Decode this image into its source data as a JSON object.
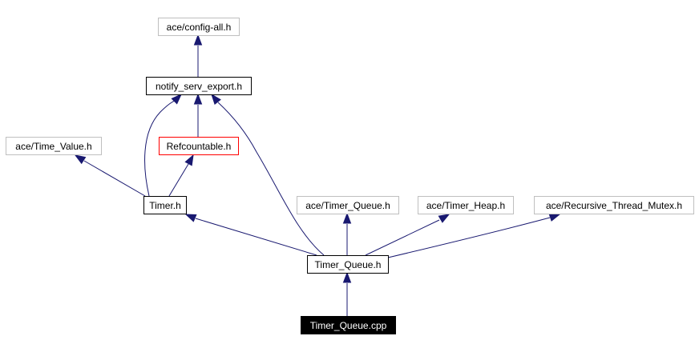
{
  "colors": {
    "edge": "#191970",
    "border_external": "#bfbfbf",
    "border_normal": "#000000",
    "border_truncated": "#ff0000",
    "root_fill": "#000000",
    "root_text": "#ffffff",
    "fill": "#ffffff",
    "text": "#000000"
  },
  "nodes": [
    {
      "id": "config_all",
      "label": "ace/config-all.h",
      "kind": "external"
    },
    {
      "id": "notify_serv_export",
      "label": "notify_serv_export.h",
      "kind": "normal"
    },
    {
      "id": "time_value",
      "label": "ace/Time_Value.h",
      "kind": "external"
    },
    {
      "id": "refcountable",
      "label": "Refcountable.h",
      "kind": "truncated"
    },
    {
      "id": "timer",
      "label": "Timer.h",
      "kind": "normal"
    },
    {
      "id": "ace_timer_queue",
      "label": "ace/Timer_Queue.h",
      "kind": "external"
    },
    {
      "id": "ace_timer_heap",
      "label": "ace/Timer_Heap.h",
      "kind": "external"
    },
    {
      "id": "recursive_mutex",
      "label": "ace/Recursive_Thread_Mutex.h",
      "kind": "external"
    },
    {
      "id": "timer_queue_h",
      "label": "Timer_Queue.h",
      "kind": "normal"
    },
    {
      "id": "timer_queue_cpp",
      "label": "Timer_Queue.cpp",
      "kind": "root"
    }
  ],
  "edges": [
    {
      "from": "notify_serv_export",
      "to": "config_all"
    },
    {
      "from": "refcountable",
      "to": "notify_serv_export"
    },
    {
      "from": "timer",
      "to": "notify_serv_export"
    },
    {
      "from": "timer",
      "to": "time_value"
    },
    {
      "from": "timer",
      "to": "refcountable"
    },
    {
      "from": "timer_queue_h",
      "to": "timer"
    },
    {
      "from": "timer_queue_h",
      "to": "notify_serv_export"
    },
    {
      "from": "timer_queue_h",
      "to": "ace_timer_queue"
    },
    {
      "from": "timer_queue_h",
      "to": "ace_timer_heap"
    },
    {
      "from": "timer_queue_h",
      "to": "recursive_mutex"
    },
    {
      "from": "timer_queue_cpp",
      "to": "timer_queue_h"
    }
  ]
}
